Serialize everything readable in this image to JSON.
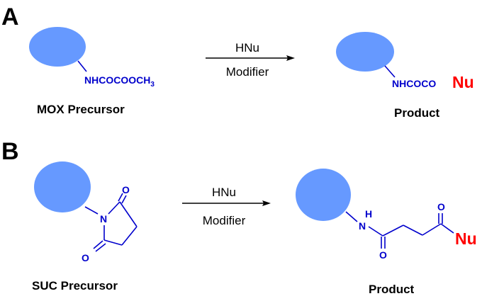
{
  "panels": {
    "a": {
      "letter": "A",
      "precursor_group": "NHCOCOOCH",
      "precursor_subscript": "3",
      "precursor_caption": "MOX Precursor",
      "reagent": "HNu",
      "modifier": "Modifier",
      "product_group": "NHCOCO",
      "nucleophile": "Nu",
      "product_caption": "Product"
    },
    "b": {
      "letter": "B",
      "precursor_caption": "SUC Precursor",
      "reagent": "HNu",
      "modifier": "Modifier",
      "atom_n": "N",
      "atom_o": "O",
      "atom_h": "H",
      "nucleophile": "Nu",
      "product_caption": "Product"
    }
  },
  "colors": {
    "bead": "#6699ff",
    "structure": "#0000cc",
    "nucleophile": "#ff0000",
    "text": "#000000"
  }
}
